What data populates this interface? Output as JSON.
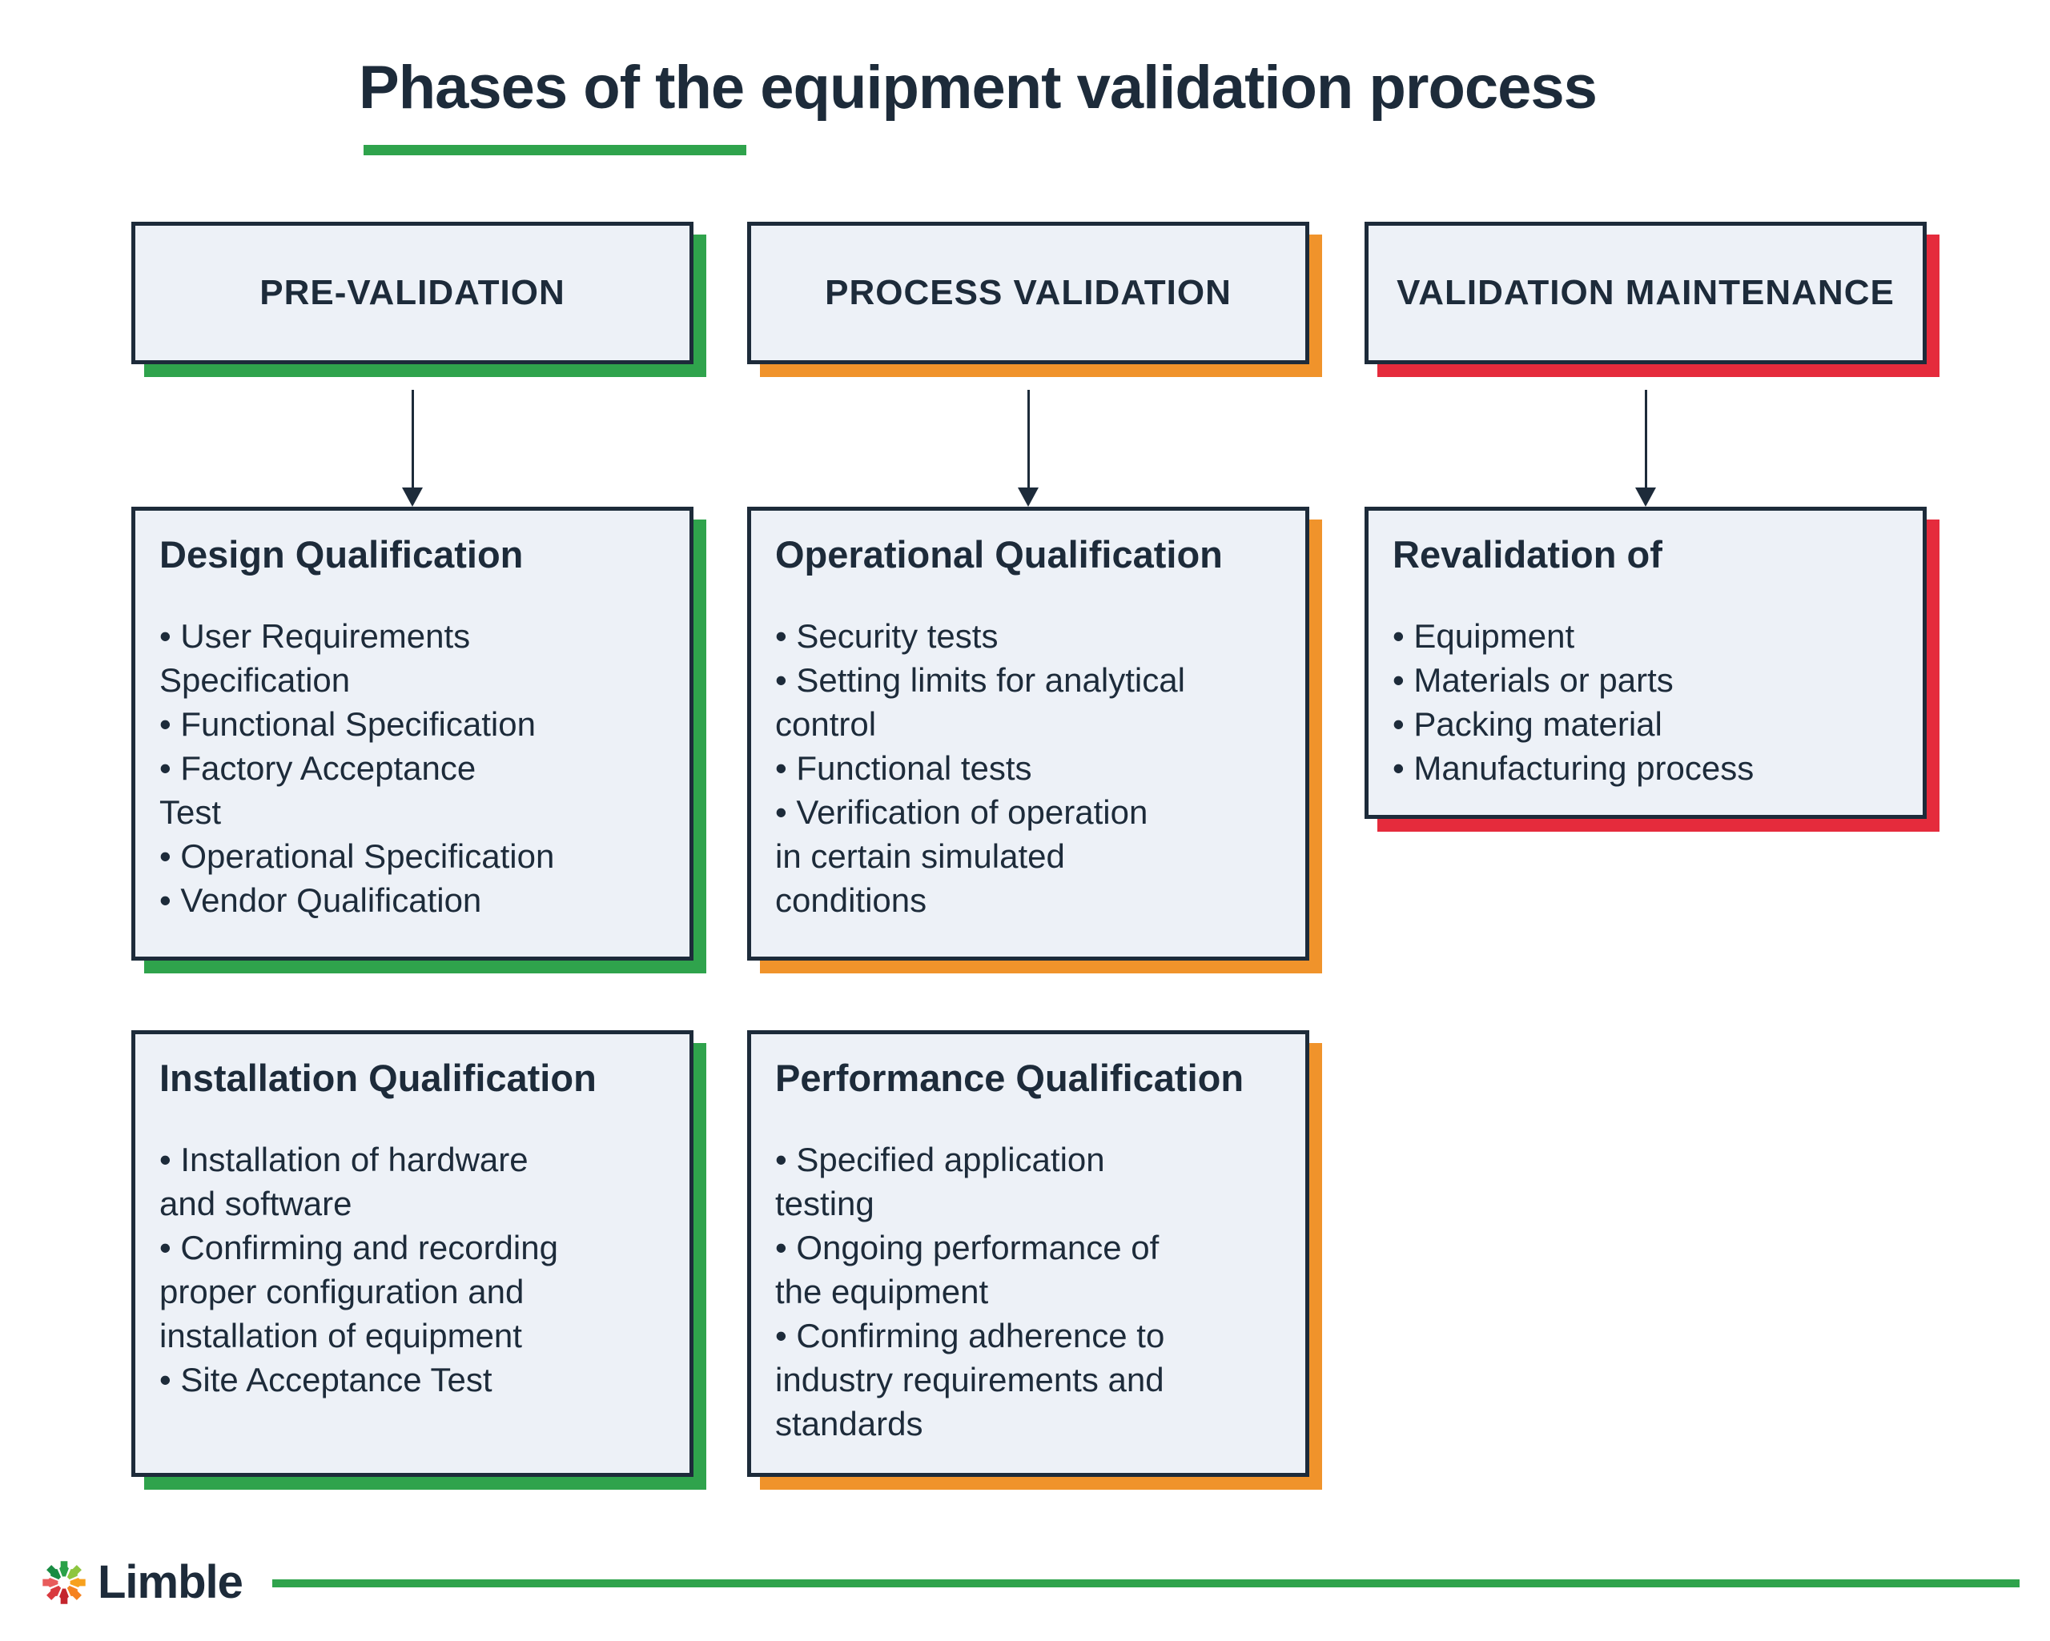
{
  "title": "Phases of the equipment validation process",
  "colors": {
    "navy": "#1D2B3A",
    "green": "#2FA34C",
    "orange": "#F0932B",
    "red": "#E52B3C",
    "panel": "#EDF1F7",
    "background": "#FFFFFF"
  },
  "columns": [
    {
      "id": "pre-validation",
      "header": "PRE-VALIDATION",
      "accent": "#2FA34C",
      "boxes": [
        {
          "title": "Design Qualification",
          "items": [
            "• User Requirements\nSpecification",
            "• Functional Specification",
            "• Factory Acceptance\nTest",
            "• Operational Specification",
            "• Vendor Qualification"
          ]
        },
        {
          "title": "Installation Qualification",
          "items": [
            "• Installation of hardware\nand software",
            "• Confirming and recording\nproper configuration and\ninstallation of equipment",
            "• Site Acceptance Test"
          ]
        }
      ]
    },
    {
      "id": "process-validation",
      "header": "PROCESS VALIDATION",
      "accent": "#F0932B",
      "boxes": [
        {
          "title": "Operational Qualification",
          "items": [
            "• Security tests",
            "• Setting limits for analytical\ncontrol",
            "• Functional tests",
            "• Verification of operation\nin certain simulated\nconditions"
          ]
        },
        {
          "title": "Performance Qualification",
          "items": [
            "• Specified application\ntesting",
            "• Ongoing performance of\nthe equipment",
            "• Confirming adherence to\nindustry requirements and\nstandards"
          ]
        }
      ]
    },
    {
      "id": "validation-maintenance",
      "header": "VALIDATION MAINTENANCE",
      "accent": "#E52B3C",
      "boxes": [
        {
          "title": "Revalidation of",
          "items": [
            "• Equipment",
            "• Materials or parts",
            "• Packing material",
            "• Manufacturing process"
          ]
        }
      ]
    }
  ],
  "footer": {
    "brand": "Limble"
  }
}
